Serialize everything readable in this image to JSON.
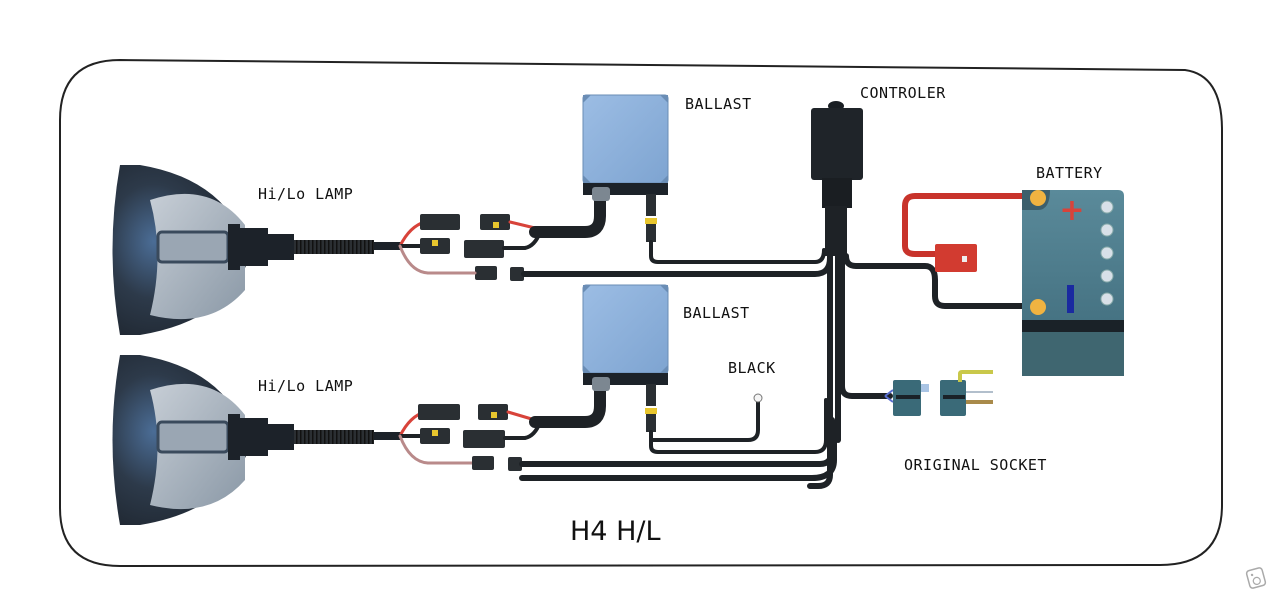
{
  "diagram": {
    "title": "H4 H/L",
    "labels": {
      "lamp_top": "Hi/Lo LAMP",
      "lamp_bottom": "Hi/Lo LAMP",
      "ballast_top": "BALLAST",
      "ballast_bottom": "BALLAST",
      "controller": "CONTROLER",
      "battery": "BATTERY",
      "black": "BLACK",
      "original_socket": "ORIGINAL SOCKET"
    },
    "battery_terminals": {
      "positive": "+",
      "negative": "-"
    },
    "colors": {
      "ballast": "#8fb3dd",
      "battery": "#4f7f8f",
      "positive_wire": "#c8332b",
      "fuse": "#d23b30",
      "wire": "#1e2226",
      "terminal": "#f0b341",
      "border": "#222222"
    },
    "watermark_icon": "photo-icon"
  }
}
